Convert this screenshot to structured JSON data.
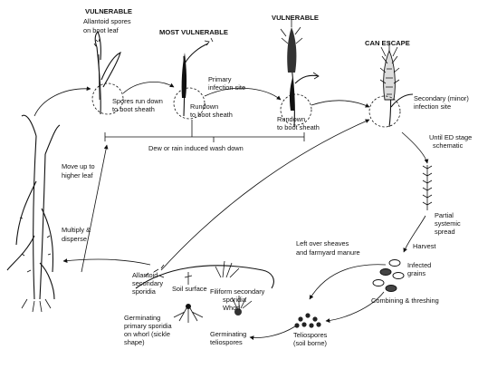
{
  "stages": {
    "boot_leaf": {
      "status": "VULNERABLE",
      "top_label": [
        "Allantoid spores",
        "on boot leaf"
      ],
      "bottom_label": [
        "Spores run down",
        "to boot sheath"
      ]
    },
    "flag_leaf": {
      "status": "MOST VULNERABLE",
      "side_label": [
        "Primary",
        "infection site"
      ],
      "bottom_label": [
        "Rundown",
        "to boot sheath"
      ]
    },
    "heading": {
      "status": "VULNERABLE",
      "bottom_label": [
        "Rundown",
        "to boot sheath"
      ]
    },
    "mature_ear": {
      "status": "CAN ESCAPE",
      "side_label": [
        "Secondary (minor)",
        "infection site"
      ]
    }
  },
  "wash_down": "Dew or rain induced wash down",
  "cycle": {
    "move_up": [
      "Move up to",
      "higher leaf"
    ],
    "multiply": [
      "Multiply &",
      "disperse"
    ],
    "ed_stage": [
      "Until ED stage",
      "schematic"
    ],
    "partial_spread": [
      "Partial",
      "systemic",
      "spread"
    ],
    "harvest": "Harvest",
    "left_over": [
      "Left over sheaves",
      "and farmyard manure"
    ],
    "infected_grains": [
      "Infected",
      "grains"
    ],
    "combining": "Combining & threshing",
    "teliospores_soil": [
      "Teliospores",
      "(soil borne)"
    ],
    "germinating_teliospores": [
      "Germinating",
      "teliospores"
    ],
    "germinating_primary": [
      "Germinating",
      "primary sporidia",
      "on whorl (sickle",
      "shape)"
    ],
    "allantoid_secondary": [
      "Allantoid",
      "secondary",
      "sporidia"
    ],
    "soil_surface": "Soil surface",
    "filiform": [
      "Filiform secondary",
      "sporidia",
      "Whorl"
    ]
  }
}
